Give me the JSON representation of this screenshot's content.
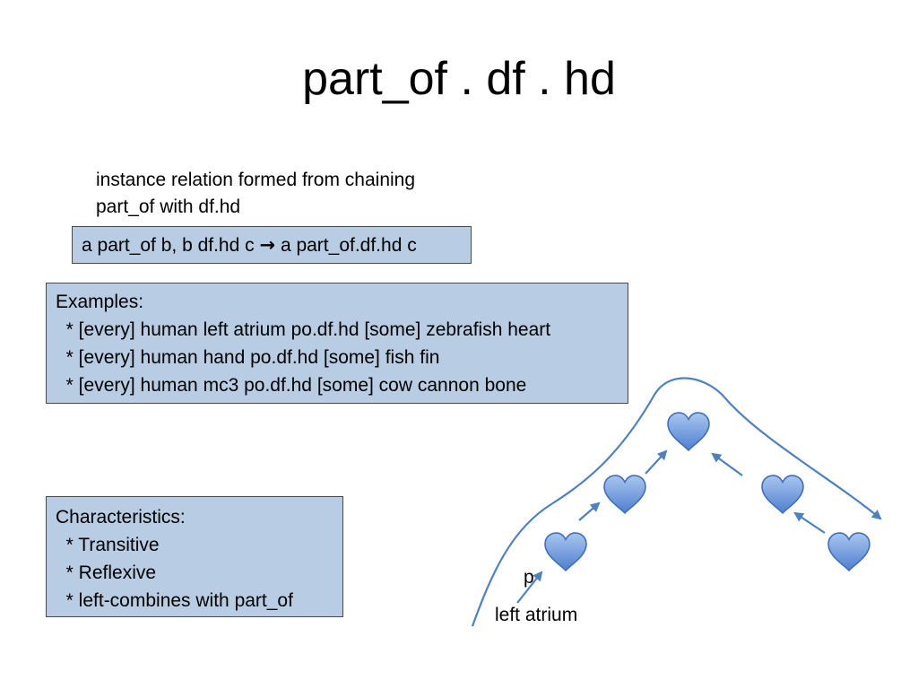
{
  "title": "part_of . df . hd",
  "intro": {
    "line1": "instance relation formed from chaining",
    "line2": "part_of with df.hd"
  },
  "rule": {
    "lhs": "a part_of b, b df.hd c",
    "arrow_icon": "right-arrow-icon",
    "rhs": "a part_of.df.hd c"
  },
  "examples": {
    "heading": "Examples:",
    "items": [
      "  * [every] human left atrium po.df.hd [some] zebrafish heart",
      "  * [every] human hand po.df.hd [some] fish fin",
      "  * [every] human mc3 po.df.hd [some] cow cannon bone"
    ]
  },
  "characteristics": {
    "heading": "Characteristics:",
    "items": [
      "  * Transitive",
      "  * Reflexive",
      "  * left-combines with part_of"
    ]
  },
  "diagram": {
    "p_label": "p",
    "node_label": "left atrium",
    "heart_icon": "heart-icon",
    "colors": {
      "line": "#4f81bd",
      "heart_light": "#a9c6ef",
      "heart_dark": "#4f7fcf",
      "heart_stroke": "#3d6fb8",
      "box_fill": "#b8cce4"
    }
  }
}
